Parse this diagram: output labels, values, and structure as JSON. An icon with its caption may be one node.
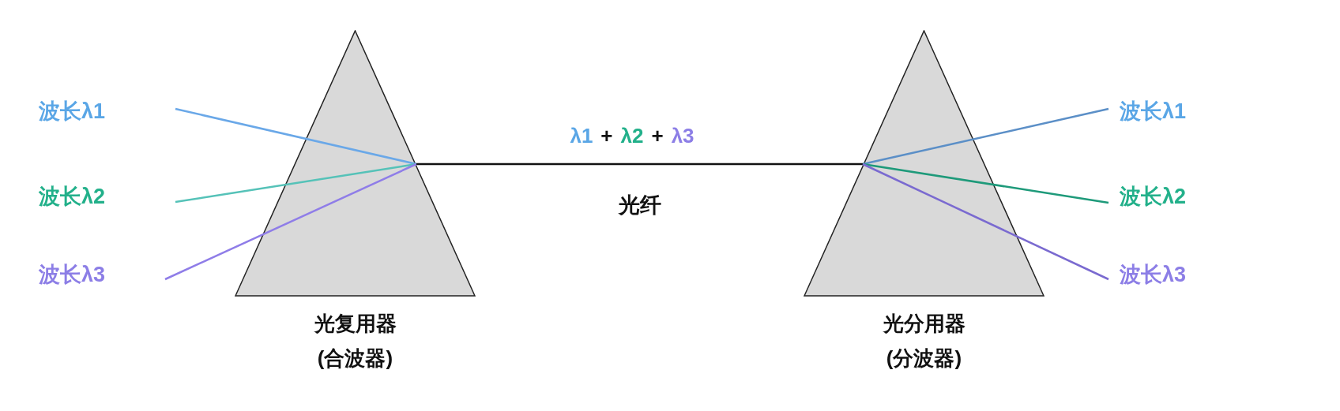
{
  "diagram": {
    "nodes": [
      {
        "text": [
          "波长λ1"
        ]
      },
      {
        "text": [
          "波长λ2"
        ]
      },
      {
        "text": [
          "波长λ3"
        ]
      },
      {
        "text": [
          "光复用器(合波器)"
        ]
      },
      {
        "text": [
          "光分用器(分波器)"
        ]
      },
      {
        "text": [
          "波长λ1"
        ]
      },
      {
        "text": [
          "波长λ2"
        ]
      },
      {
        "text": [
          "波长λ3"
        ]
      }
    ],
    "edges": [
      {
        "from": 0,
        "to": 3,
        "arrow": "none",
        "color": "#6aa8e8"
      },
      {
        "from": 1,
        "to": 3,
        "arrow": "none",
        "color": "#55c2b8"
      },
      {
        "from": 2,
        "to": 3,
        "arrow": "none",
        "color": "#8f7de8"
      },
      {
        "from": 3,
        "to": 4,
        "arrow": "none",
        "label": "光纤",
        "color": "#111111"
      },
      {
        "from": 4,
        "to": 5,
        "arrow": "none",
        "color": "#5b8fc7"
      },
      {
        "from": 4,
        "to": 6,
        "arrow": "none",
        "color": "#1e9a7a"
      },
      {
        "from": 4,
        "to": 7,
        "arrow": "none",
        "color": "#7a6ad0"
      }
    ],
    "labels": [
      "λ1",
      "+",
      "λ2",
      "+",
      "λ3"
    ]
  }
}
